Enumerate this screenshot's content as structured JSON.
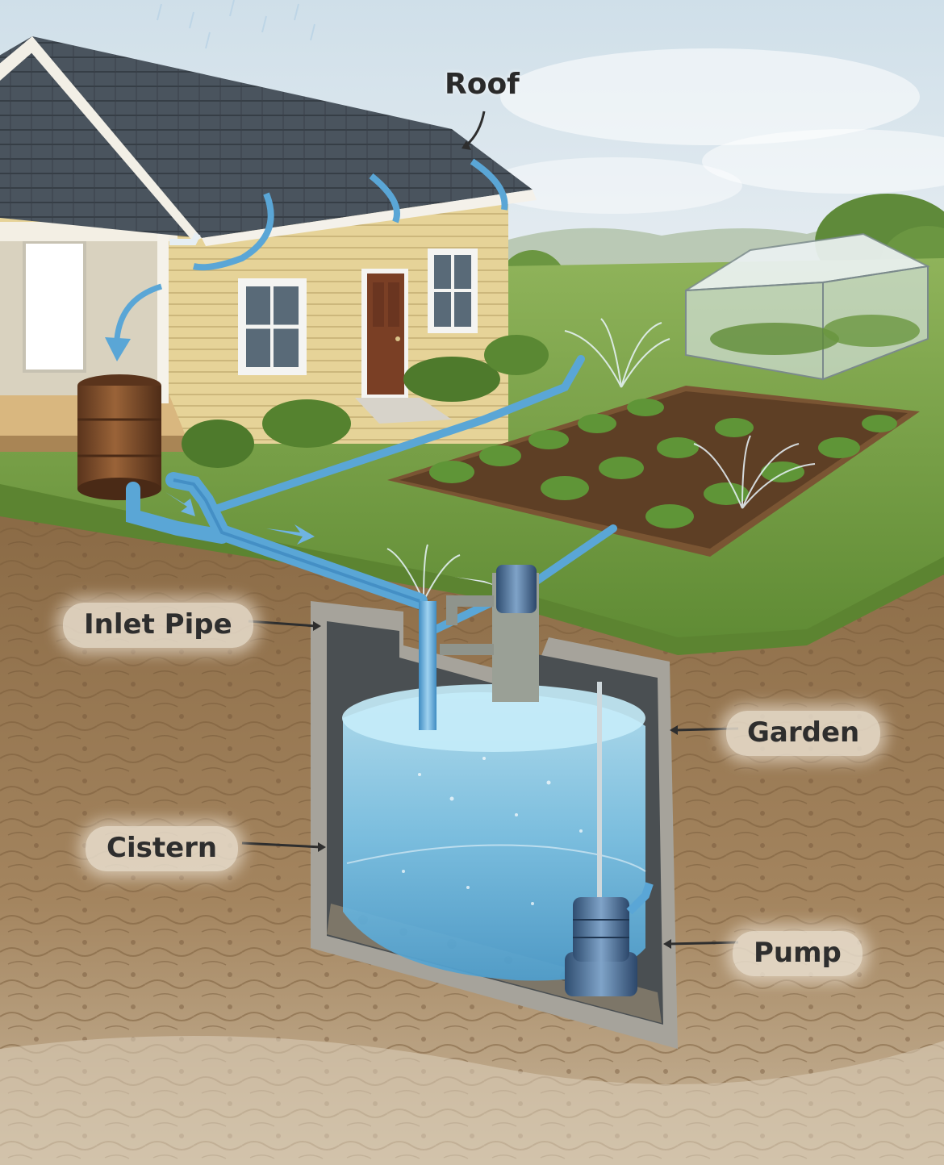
{
  "labels": {
    "roof": "Roof",
    "inlet_pipe": "Inlet Pipe",
    "garden": "Garden",
    "cistern": "Cistern",
    "pump": "Pump"
  },
  "colors": {
    "sky": "#dfe9f1",
    "grass": "#6f9a3c",
    "soil": "#9b7a55",
    "pipe": "#5aa6d6",
    "water": "#8fd0ee",
    "house_siding": "#e7d49a",
    "roof_shingles": "#48525c",
    "door": "#7a3f25",
    "rain_barrel": "#7b4a2a"
  }
}
